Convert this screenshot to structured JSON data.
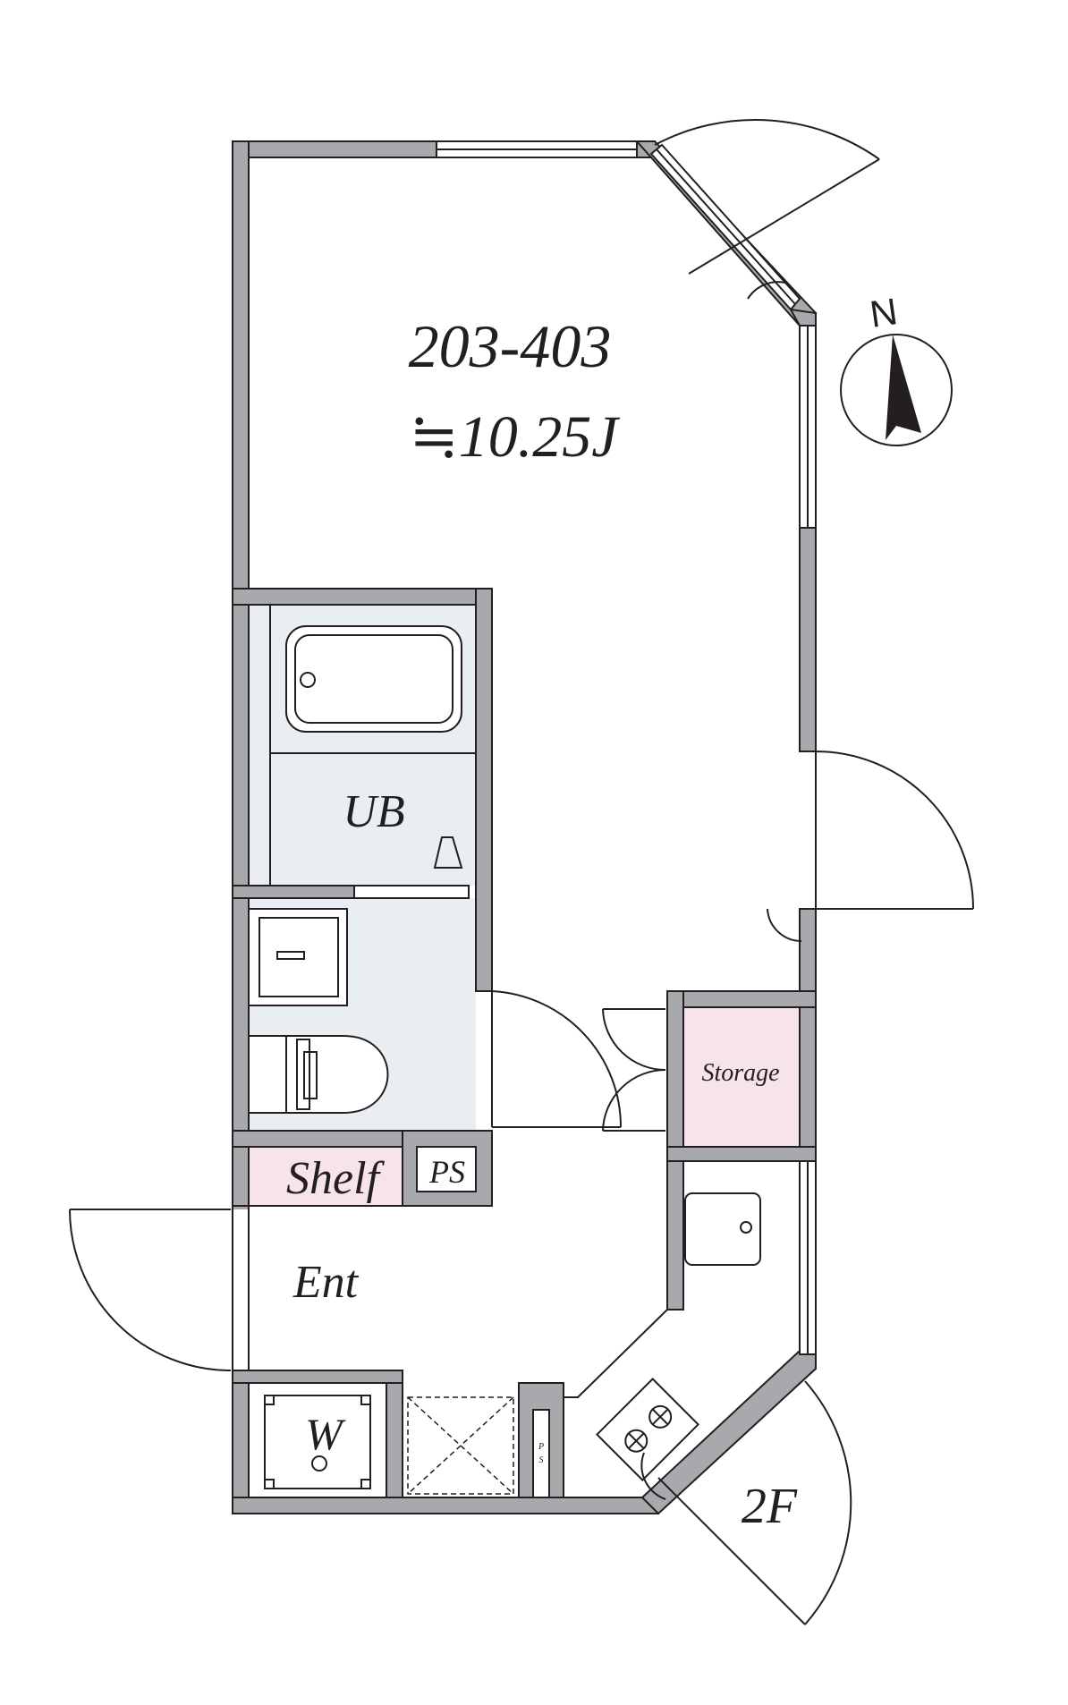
{
  "floorplan": {
    "unit_label": "203-403",
    "area_label": "≒10.25J",
    "north_label": "N",
    "floor_label": "2F",
    "rooms": {
      "bath": "UB",
      "storage": "Storage",
      "shelf": "Shelf",
      "ps_main": "PS",
      "ps_small_p": "P",
      "ps_small_s": "S",
      "entrance": "Ent",
      "washer": "W"
    }
  },
  "colors": {
    "wall": "#a7a9ac",
    "line": "#231f20",
    "wet_area": "#e8eef2",
    "storage_fill": "#f6e4ea"
  }
}
